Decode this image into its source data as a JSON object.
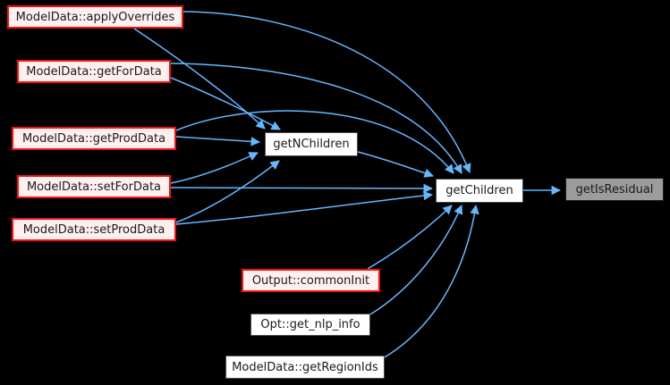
{
  "diagram": {
    "kind": "doxygen-caller-graph",
    "background_color": "#000000",
    "edge_color": "#63b8ff",
    "colors": {
      "highlight_node_border": "#fe0d0d",
      "highlight_node_fill": "#fff0f0",
      "node_border": "#4d4d4d",
      "node_fill": "#ffffff",
      "current_node_fill": "#9c9c9c",
      "current_node_border": "#1c1c1c",
      "text": "#1a1a1a"
    }
  },
  "nodes": [
    {
      "id": "applyOverrides",
      "label": "ModelData::applyOverrides",
      "style": "highlight"
    },
    {
      "id": "getForData",
      "label": "ModelData::getForData",
      "style": "highlight"
    },
    {
      "id": "getProdData",
      "label": "ModelData::getProdData",
      "style": "highlight"
    },
    {
      "id": "setForData",
      "label": "ModelData::setForData",
      "style": "highlight"
    },
    {
      "id": "setProdData",
      "label": "ModelData::setProdData",
      "style": "highlight"
    },
    {
      "id": "getNChildren",
      "label": "getNChildren",
      "style": "normal"
    },
    {
      "id": "getChildren",
      "label": "getChildren",
      "style": "normal"
    },
    {
      "id": "getIsResidual",
      "label": "getIsResidual",
      "style": "current"
    },
    {
      "id": "commonInit",
      "label": "Output::commonInit",
      "style": "highlight"
    },
    {
      "id": "get_nlp_info",
      "label": "Opt::get_nlp_info",
      "style": "normal"
    },
    {
      "id": "getRegionIds",
      "label": "ModelData::getRegionIds",
      "style": "normal"
    }
  ],
  "edges": [
    {
      "from": "ModelData::applyOverrides",
      "to": "getNChildren"
    },
    {
      "from": "ModelData::applyOverrides",
      "to": "getChildren"
    },
    {
      "from": "ModelData::getForData",
      "to": "getNChildren"
    },
    {
      "from": "ModelData::getForData",
      "to": "getChildren"
    },
    {
      "from": "ModelData::getProdData",
      "to": "getNChildren"
    },
    {
      "from": "ModelData::getProdData",
      "to": "getChildren"
    },
    {
      "from": "ModelData::setForData",
      "to": "getNChildren"
    },
    {
      "from": "ModelData::setForData",
      "to": "getChildren"
    },
    {
      "from": "ModelData::setProdData",
      "to": "getNChildren"
    },
    {
      "from": "ModelData::setProdData",
      "to": "getChildren"
    },
    {
      "from": "getNChildren",
      "to": "getChildren"
    },
    {
      "from": "Output::commonInit",
      "to": "getChildren"
    },
    {
      "from": "Opt::get_nlp_info",
      "to": "getChildren"
    },
    {
      "from": "ModelData::getRegionIds",
      "to": "getChildren"
    },
    {
      "from": "getChildren",
      "to": "getIsResidual"
    }
  ]
}
